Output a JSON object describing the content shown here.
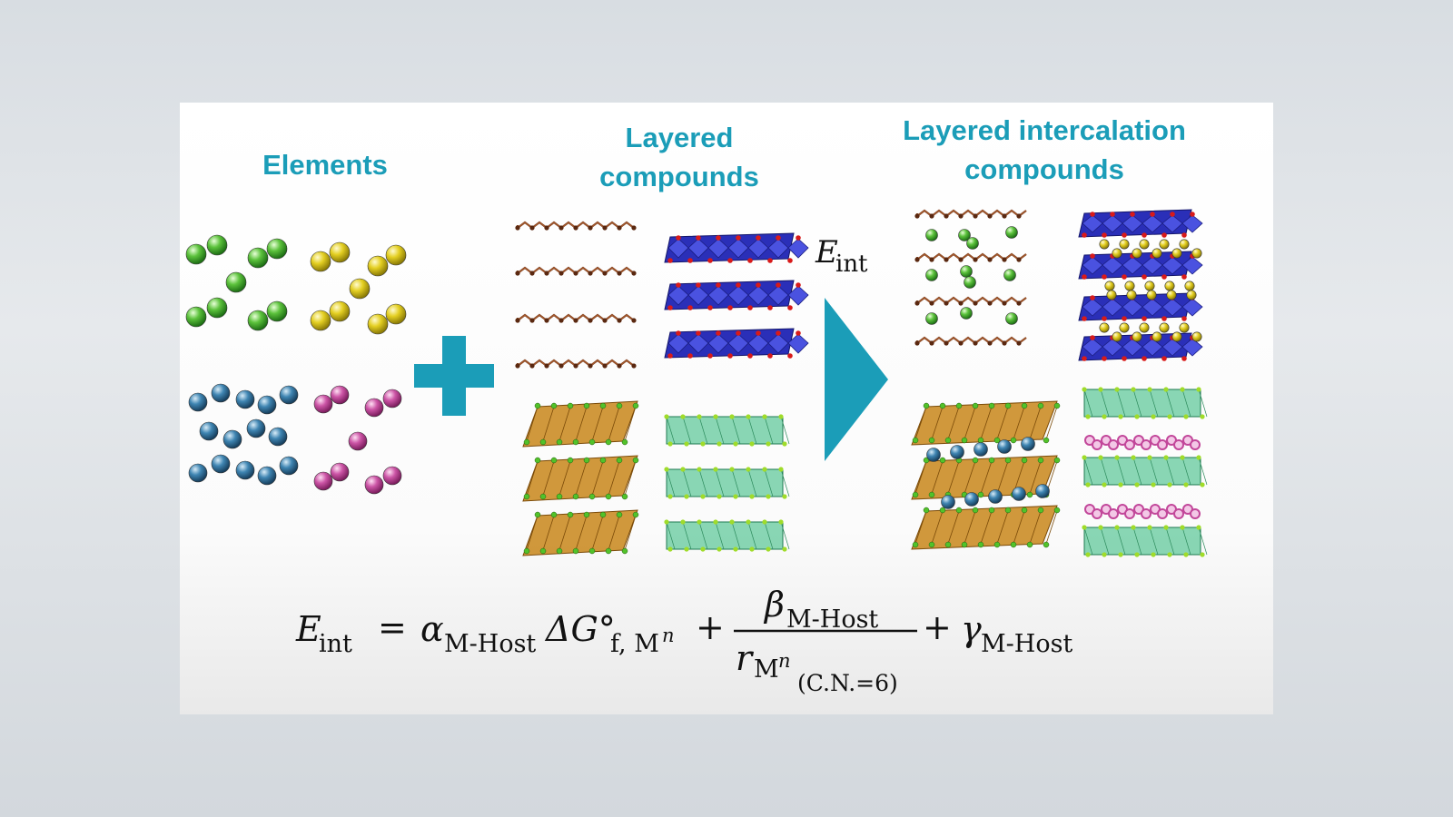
{
  "headings": {
    "elements": "Elements",
    "layered_line1": "Layered",
    "layered_line2": "compounds",
    "intercalation_line1": "Layered intercalation",
    "intercalation_line2": "compounds"
  },
  "arrow_label": {
    "symbol": "E",
    "subscript": "int"
  },
  "equation": {
    "lhs_symbol": "E",
    "lhs_sub": "int",
    "equals": "=",
    "alpha": "α",
    "alpha_sub": "M-Host",
    "delta_g": "ΔG°",
    "delta_g_sub": "f, M",
    "delta_g_sup": "n",
    "plus1": "+",
    "beta": "β",
    "beta_sub": "M-Host",
    "r": "r",
    "r_sub": "M",
    "r_sup": "n",
    "r_subsub": "(C.N.=6)",
    "plus2": "+",
    "gamma": "γ",
    "gamma_sub": "M-Host"
  },
  "colors": {
    "accent": "#1b9db8",
    "atom_green": "#3fae2a",
    "atom_yellow": "#d8c21a",
    "atom_blue": "#2f6f98",
    "atom_pink": "#c2479a",
    "graphene_brown": "#7a3c1e",
    "octahedra_blue": "#2a2fb8",
    "oxygen_red": "#d81a1a",
    "prism_orange": "#c8861a",
    "octahedra_green": "#4cc28e"
  },
  "icons": [
    "plus-icon",
    "arrow-right-icon"
  ]
}
